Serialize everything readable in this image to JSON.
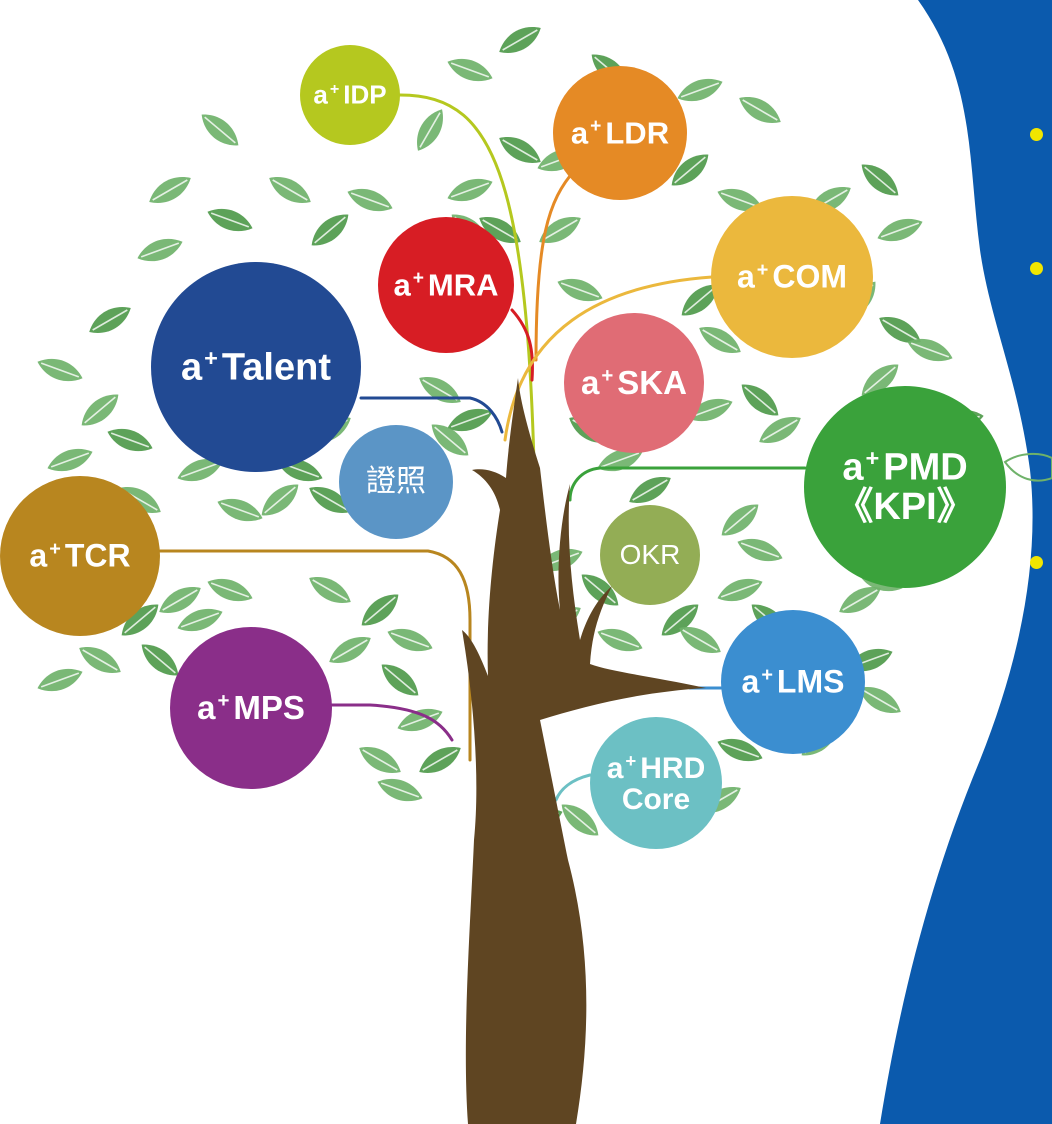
{
  "colors": {
    "trunk": "#5f4522",
    "leaf": "#6fb26a",
    "leaf_dark": "#4f9a4b",
    "panel": "#0b5aad",
    "bullet": "#f1e600"
  },
  "nodes": [
    {
      "key": "idp",
      "prefix": "a",
      "plus": "+",
      "label": "IDP",
      "sub": "",
      "color": "#b5c81f"
    },
    {
      "key": "ldr",
      "prefix": "a",
      "plus": "+",
      "label": "LDR",
      "sub": "",
      "color": "#e58a25"
    },
    {
      "key": "mra",
      "prefix": "a",
      "plus": "+",
      "label": "MRA",
      "sub": "",
      "color": "#d71d24"
    },
    {
      "key": "com",
      "prefix": "a",
      "plus": "+",
      "label": "COM",
      "sub": "",
      "color": "#ebb83d"
    },
    {
      "key": "talent",
      "prefix": "a",
      "plus": "+",
      "label": "Talent",
      "sub": "",
      "color": "#224a93"
    },
    {
      "key": "ska",
      "prefix": "a",
      "plus": "+",
      "label": "SKA",
      "sub": "",
      "color": "#e06c75"
    },
    {
      "key": "cert",
      "prefix": "",
      "plus": "",
      "label": "證照",
      "sub": "",
      "color": "#5b95c6"
    },
    {
      "key": "pmd",
      "prefix": "a",
      "plus": "+",
      "label": "PMD",
      "sub": "《KPI》",
      "color": "#3aa23b"
    },
    {
      "key": "tcr",
      "prefix": "a",
      "plus": "+",
      "label": "TCR",
      "sub": "",
      "color": "#b8861f"
    },
    {
      "key": "okr",
      "prefix": "",
      "plus": "",
      "label": "OKR",
      "sub": "",
      "color": "#93ad55"
    },
    {
      "key": "lms",
      "prefix": "a",
      "plus": "+",
      "label": "LMS",
      "sub": "",
      "color": "#3b8ed0"
    },
    {
      "key": "mps",
      "prefix": "a",
      "plus": "+",
      "label": "MPS",
      "sub": "",
      "color": "#8a2e89"
    },
    {
      "key": "hrd",
      "prefix": "a",
      "plus": "+",
      "label": "HRD",
      "sub": "Core",
      "color": "#6cc0c4"
    }
  ]
}
